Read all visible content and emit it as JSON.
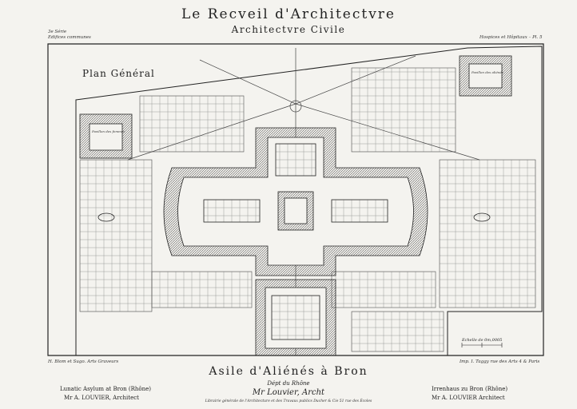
{
  "header": {
    "title": "Le Recveil d'Architectvre",
    "subtitle": "Architectvre Civile",
    "series_left_1": "3e Série",
    "series_left_2": "Edifices communes",
    "series_right": "Hospices et Hôpitaux – Pl. 5"
  },
  "plan": {
    "label": "Plan Général",
    "scale_note": "Echelle de 0m,0005",
    "building_labels": [
      "Pavillon des femmes",
      "Pavillon des aliénés"
    ]
  },
  "footer": {
    "main_title": "Asile d'Aliénés à Bron",
    "department": "Dépt du Rhône",
    "architect": "Mr Louvier, Archt",
    "engraver_left": "H. Blom et Sugo. Arts Graveurs",
    "printer_right": "Imp. I. Taggy rue des Arts 4 & Paris",
    "publisher_line": "Librairie générale de l'Architecture et des Travaux publics Ducher & Cie 51 rue des Écoles",
    "caption_en_1": "Lunatic Asylum at Bron (Rhône)",
    "caption_en_2": "Mr A. LOUVIER, Architect",
    "caption_de_1": "Irrenhaus zu Bron (Rhône)",
    "caption_de_2": "Mr A. LOUVIER Architect"
  },
  "colors": {
    "ink": "#222222",
    "paper": "#f4f3ef",
    "hatch": "#555555"
  }
}
